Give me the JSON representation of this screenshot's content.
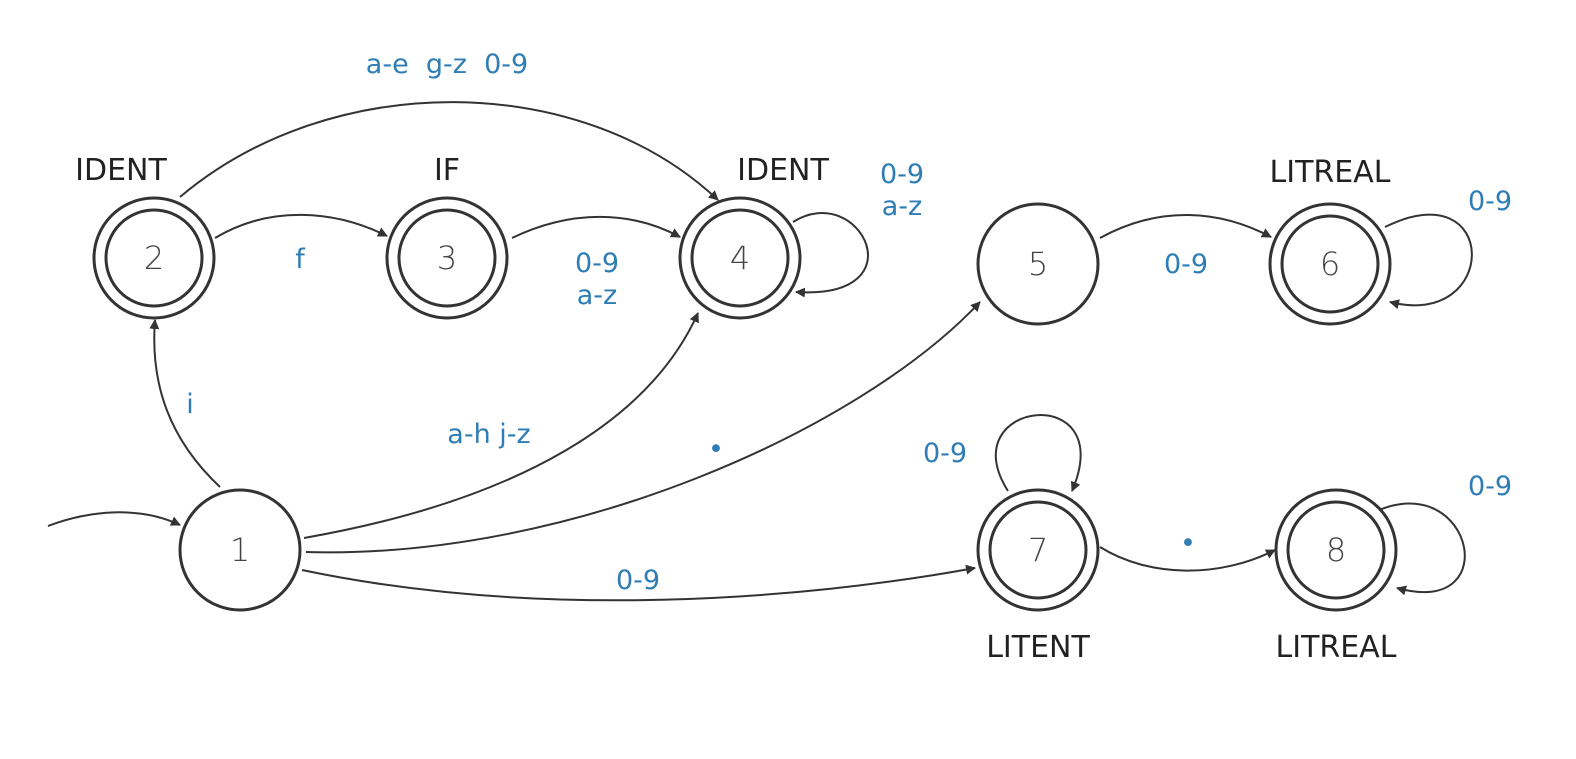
{
  "colors": {
    "stroke": "#333333",
    "label": "#2f7db5",
    "text": "#222222"
  },
  "states": [
    {
      "id": "1",
      "tag": "",
      "accepting": false,
      "start": true
    },
    {
      "id": "2",
      "tag": "IDENT",
      "accepting": true
    },
    {
      "id": "3",
      "tag": "IF",
      "accepting": true
    },
    {
      "id": "4",
      "tag": "IDENT",
      "accepting": true
    },
    {
      "id": "5",
      "tag": "",
      "accepting": false
    },
    {
      "id": "6",
      "tag": "LITREAL",
      "accepting": true
    },
    {
      "id": "7",
      "tag": "LITENT",
      "accepting": true
    },
    {
      "id": "8",
      "tag": "LITREAL",
      "accepting": true
    }
  ],
  "edges": [
    {
      "from": "1",
      "to": "2",
      "label": "i"
    },
    {
      "from": "2",
      "to": "3",
      "label": "f"
    },
    {
      "from": "2",
      "to": "4",
      "label": "a-e  g-z  0-9"
    },
    {
      "from": "3",
      "to": "4",
      "label_lines": [
        "0-9",
        "a-z"
      ]
    },
    {
      "from": "4",
      "to": "4",
      "label_lines": [
        "0-9",
        "a-z"
      ]
    },
    {
      "from": "1",
      "to": "4",
      "label": "a-h j-z"
    },
    {
      "from": "1",
      "to": "5",
      "label": "•"
    },
    {
      "from": "5",
      "to": "6",
      "label": "0-9"
    },
    {
      "from": "6",
      "to": "6",
      "label": "0-9"
    },
    {
      "from": "1",
      "to": "7",
      "label": "0-9"
    },
    {
      "from": "7",
      "to": "7",
      "label": "0-9"
    },
    {
      "from": "7",
      "to": "8",
      "label": "•"
    },
    {
      "from": "8",
      "to": "8",
      "label": "0-9"
    }
  ]
}
